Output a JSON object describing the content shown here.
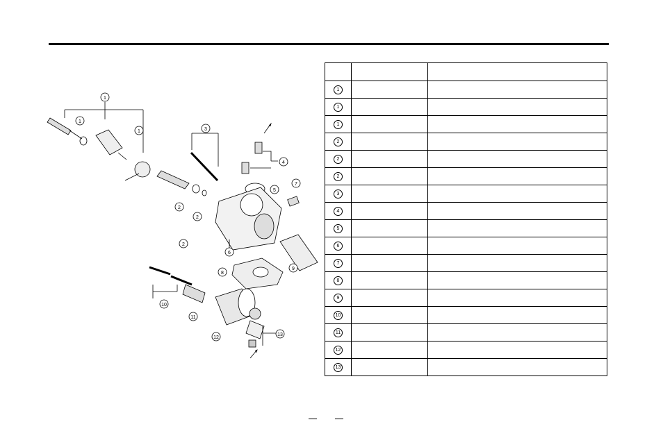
{
  "table": {
    "header": {
      "no": "",
      "code": "",
      "description": ""
    },
    "rows": [
      {
        "no": "1",
        "code": "",
        "description": ""
      },
      {
        "no": "1",
        "code": "",
        "description": ""
      },
      {
        "no": "1",
        "code": "",
        "description": ""
      },
      {
        "no": "2",
        "code": "",
        "description": ""
      },
      {
        "no": "2",
        "code": "",
        "description": ""
      },
      {
        "no": "2",
        "code": "",
        "description": ""
      },
      {
        "no": "3",
        "code": "",
        "description": ""
      },
      {
        "no": "4",
        "code": "",
        "description": ""
      },
      {
        "no": "5",
        "code": "",
        "description": ""
      },
      {
        "no": "6",
        "code": "",
        "description": ""
      },
      {
        "no": "7",
        "code": "",
        "description": ""
      },
      {
        "no": "8",
        "code": "",
        "description": ""
      },
      {
        "no": "9",
        "code": "",
        "description": ""
      },
      {
        "no": "10",
        "code": "",
        "description": ""
      },
      {
        "no": "11",
        "code": "",
        "description": ""
      },
      {
        "no": "12",
        "code": "",
        "description": ""
      },
      {
        "no": "13",
        "code": "",
        "description": ""
      }
    ]
  },
  "diagram": {
    "callouts": [
      "1",
      "1",
      "1",
      "2",
      "2",
      "2",
      "3",
      "4",
      "5",
      "6",
      "7",
      "8",
      "9",
      "10",
      "11",
      "12",
      "13"
    ]
  }
}
